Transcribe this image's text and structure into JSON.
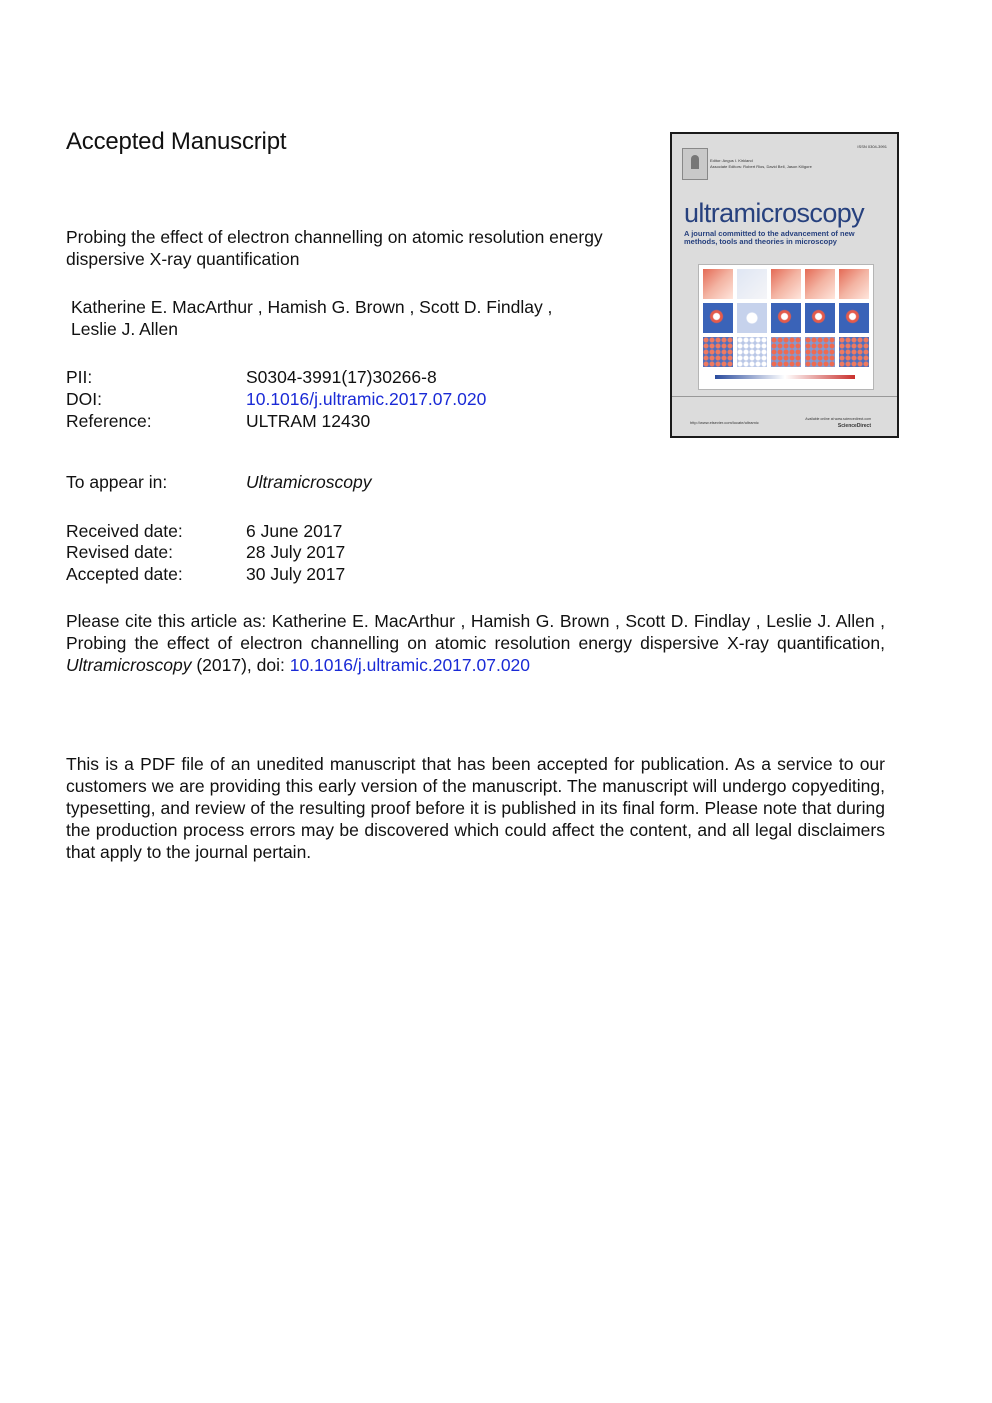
{
  "heading": "Accepted Manuscript",
  "article": {
    "title": "Probing the effect of electron channelling on atomic resolution energy dispersive X-ray quantification",
    "authors_line1": "Katherine E. MacArthur ,  Hamish G. Brown ,  Scott D. Findlay ,",
    "authors_line2": "Leslie J. Allen"
  },
  "identifiers": {
    "pii_label": "PII:",
    "pii_value": "S0304-3991(17)30266-8",
    "doi_label": "DOI:",
    "doi_value": "10.1016/j.ultramic.2017.07.020",
    "ref_label": "Reference:",
    "ref_value": "ULTRAM 12430"
  },
  "appear": {
    "label": "To appear in:",
    "journal": "Ultramicroscopy"
  },
  "dates": {
    "received_label": "Received date:",
    "received_value": "6 June 2017",
    "revised_label": "Revised date:",
    "revised_value": "28 July 2017",
    "accepted_label": "Accepted date:",
    "accepted_value": "30 July 2017"
  },
  "citation": {
    "prefix": "Please cite this article as: Katherine E. MacArthur , Hamish G. Brown , Scott D. Findlay , Leslie J. Allen , Probing the effect of electron channelling on atomic resolution energy dispersive X-ray quantification,",
    "journal": "Ultramicroscopy",
    "year_doi": " (2017), doi:",
    "doi": "10.1016/j.ultramic.2017.07.020"
  },
  "notice": "This is a PDF file of an unedited manuscript that has been accepted for publication. As a service to our customers we are providing this early version of the manuscript. The manuscript will undergo copyediting, typesetting, and review of the resulting proof before it is published in its final form. Please note that during the production process errors may be discovered which could affect the content, and all legal disclaimers that apply to the journal pertain.",
  "cover": {
    "issn": "ISSN 0304-3991",
    "editor": "Editor: Angus I. Kirkland",
    "associate": "Associate Editors: Robert Rios, David Bell, Jason Kiligore",
    "journal_name": "ultramicroscopy",
    "tagline": "A journal committed to the advancement of new methods, tools and theories in microscopy",
    "url": "http://www.elsevier.com/locate/ultramic",
    "available": "Available online at www.sciencedirect.com",
    "sciencedirect": "ScienceDirect"
  }
}
